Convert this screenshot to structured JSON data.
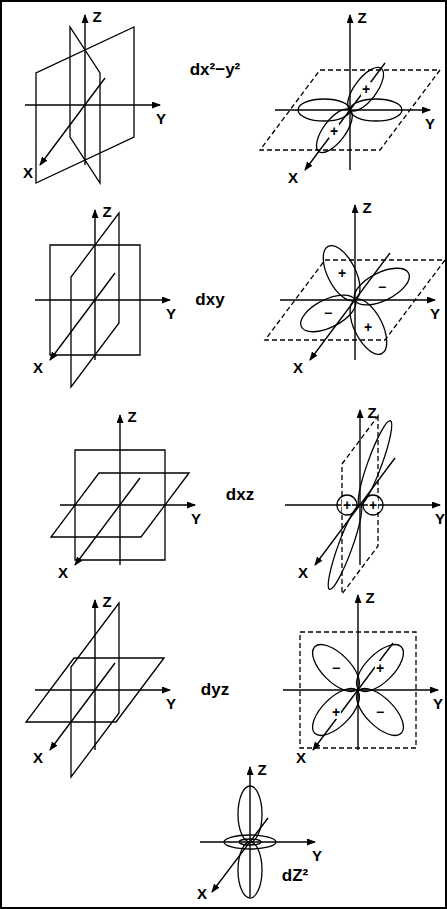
{
  "diagram": {
    "labels": [
      "Z",
      "Y",
      "X",
      "dx²−y²",
      "Z",
      "Y",
      "X",
      "+",
      "+",
      "Z",
      "Y",
      "X",
      "dxy",
      "Z",
      "Y",
      "X",
      "+",
      "−",
      "−",
      "+",
      "Z",
      "Y",
      "X",
      "dxz",
      "Z",
      "Y",
      "X",
      "+",
      "+",
      "Z",
      "Y",
      "X",
      "dyz",
      "Z",
      "Y",
      "X",
      "−",
      "+",
      "+",
      "−",
      "Z",
      "Y",
      "X",
      "dZ²"
    ]
  }
}
